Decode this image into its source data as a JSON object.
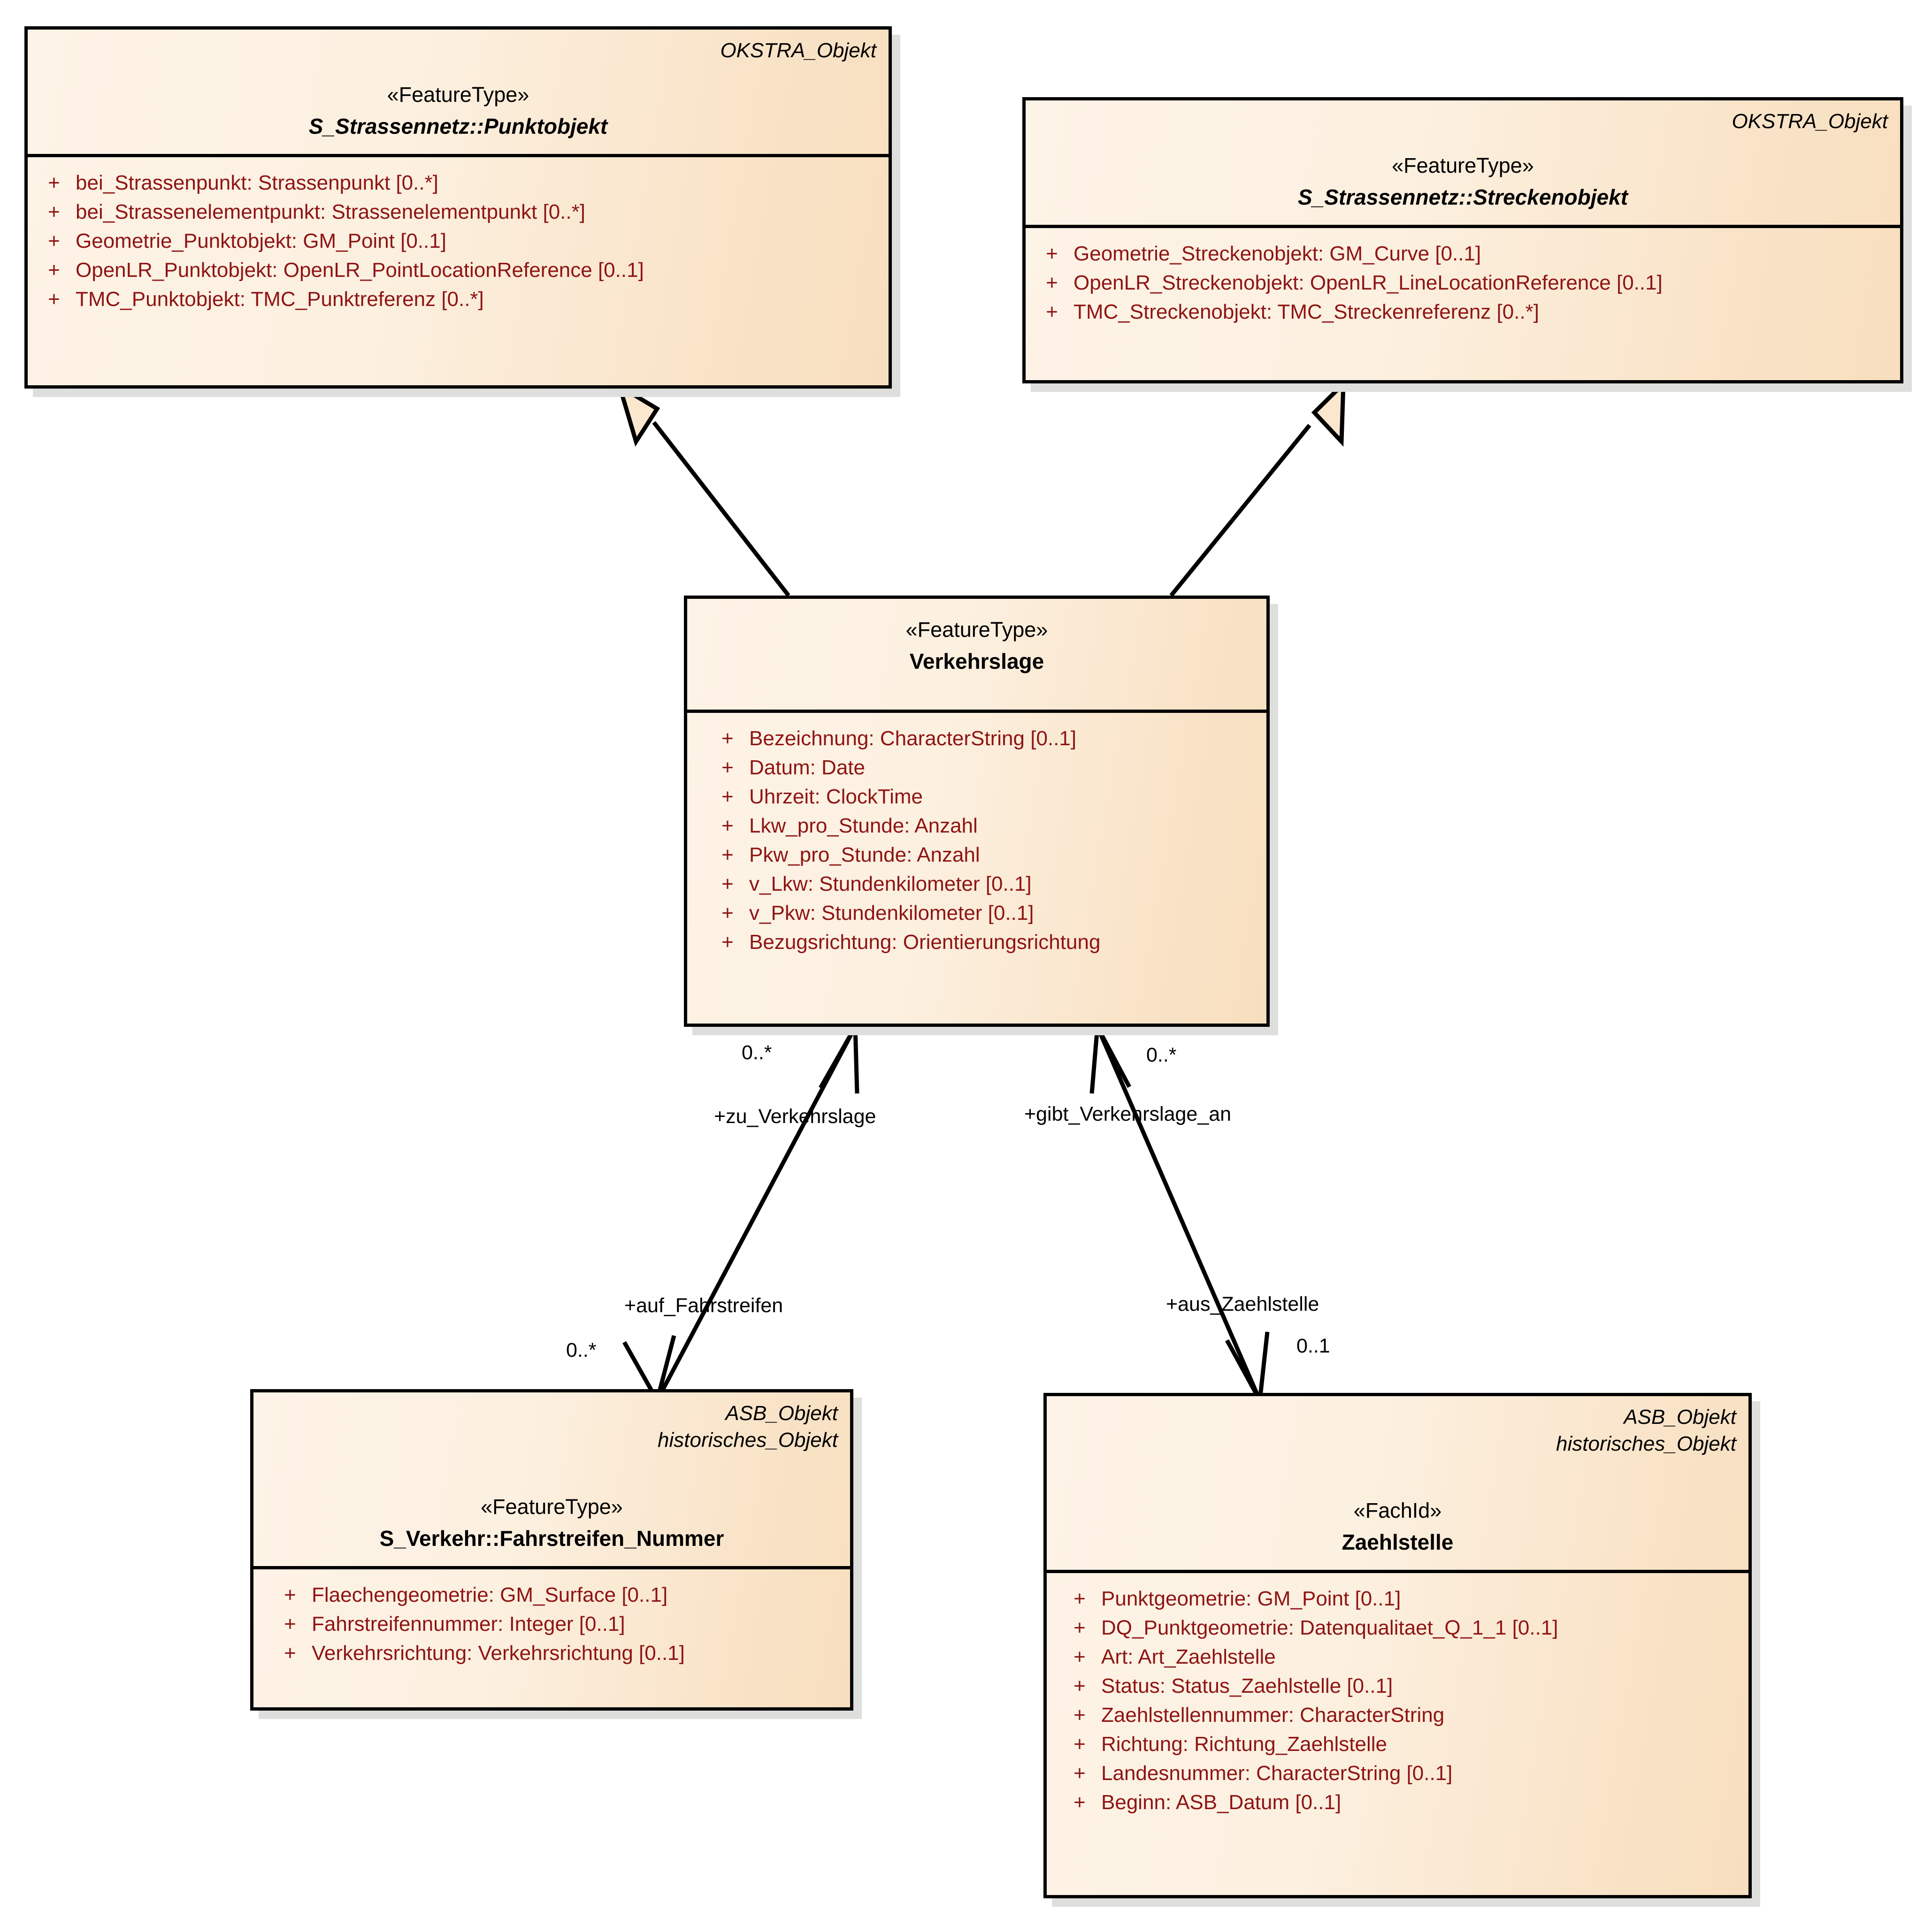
{
  "diagram": {
    "title": "Verkehrslage UML Klassendiagramm",
    "colors": {
      "box_fill_light": "#FDF3E6",
      "box_fill_dark": "#F7DEBE",
      "border": "#000000",
      "attribute_text": "#8E1414",
      "shadow": "#dededd",
      "background": "#ffffff"
    }
  },
  "classes": {
    "punktobjekt": {
      "taglines": [
        "OKSTRA_Objekt"
      ],
      "stereotype": "«FeatureType»",
      "name": "S_Strassennetz::Punktobjekt",
      "attributes": [
        {
          "visibility": "+",
          "text": "bei_Strassenpunkt: Strassenpunkt [0..*]"
        },
        {
          "visibility": "+",
          "text": "bei_Strassenelementpunkt: Strassenelementpunkt [0..*]"
        },
        {
          "visibility": "+",
          "text": "Geometrie_Punktobjekt: GM_Point [0..1]"
        },
        {
          "visibility": "+",
          "text": "OpenLR_Punktobjekt: OpenLR_PointLocationReference [0..1]"
        },
        {
          "visibility": "+",
          "text": "TMC_Punktobjekt: TMC_Punktreferenz [0..*]"
        }
      ]
    },
    "streckenobjekt": {
      "taglines": [
        "OKSTRA_Objekt"
      ],
      "stereotype": "«FeatureType»",
      "name": "S_Strassennetz::Streckenobjekt",
      "attributes": [
        {
          "visibility": "+",
          "text": "Geometrie_Streckenobjekt: GM_Curve [0..1]"
        },
        {
          "visibility": "+",
          "text": "OpenLR_Streckenobjekt: OpenLR_LineLocationReference [0..1]"
        },
        {
          "visibility": "+",
          "text": "TMC_Streckenobjekt: TMC_Streckenreferenz [0..*]"
        }
      ]
    },
    "verkehrslage": {
      "taglines": [],
      "stereotype": "«FeatureType»",
      "name": "Verkehrslage",
      "attributes": [
        {
          "visibility": "+",
          "text": "Bezeichnung: CharacterString [0..1]"
        },
        {
          "visibility": "+",
          "text": "Datum: Date"
        },
        {
          "visibility": "+",
          "text": "Uhrzeit: ClockTime"
        },
        {
          "visibility": "+",
          "text": "Lkw_pro_Stunde: Anzahl"
        },
        {
          "visibility": "+",
          "text": "Pkw_pro_Stunde: Anzahl"
        },
        {
          "visibility": "+",
          "text": "v_Lkw: Stundenkilometer [0..1]"
        },
        {
          "visibility": "+",
          "text": "v_Pkw: Stundenkilometer [0..1]"
        },
        {
          "visibility": "+",
          "text": "Bezugsrichtung: Orientierungsrichtung"
        }
      ]
    },
    "fahrstreifen_nummer": {
      "taglines": [
        "ASB_Objekt",
        "historisches_Objekt"
      ],
      "stereotype": "«FeatureType»",
      "name": "S_Verkehr::Fahrstreifen_Nummer",
      "attributes": [
        {
          "visibility": "+",
          "text": "Flaechengeometrie: GM_Surface [0..1]"
        },
        {
          "visibility": "+",
          "text": "Fahrstreifennummer: Integer [0..1]"
        },
        {
          "visibility": "+",
          "text": "Verkehrsrichtung: Verkehrsrichtung [0..1]"
        }
      ]
    },
    "zaehlstelle": {
      "taglines": [
        "ASB_Objekt",
        "historisches_Objekt"
      ],
      "stereotype": "«FachId»",
      "name": "Zaehlstelle",
      "attributes": [
        {
          "visibility": "+",
          "text": "Punktgeometrie: GM_Point [0..1]"
        },
        {
          "visibility": "+",
          "text": "DQ_Punktgeometrie: Datenqualitaet_Q_1_1 [0..1]"
        },
        {
          "visibility": "+",
          "text": "Art: Art_Zaehlstelle"
        },
        {
          "visibility": "+",
          "text": "Status: Status_Zaehlstelle [0..1]"
        },
        {
          "visibility": "+",
          "text": "Zaehlstellennummer: CharacterString"
        },
        {
          "visibility": "+",
          "text": "Richtung: Richtung_Zaehlstelle"
        },
        {
          "visibility": "+",
          "text": "Landesnummer: CharacterString [0..1]"
        },
        {
          "visibility": "+",
          "text": "Beginn: ASB_Datum [0..1]"
        }
      ]
    }
  },
  "relationships": {
    "generalizations": [
      {
        "from": "verkehrslage",
        "to": "punktobjekt",
        "kind": "generalization"
      },
      {
        "from": "verkehrslage",
        "to": "streckenobjekt",
        "kind": "generalization"
      }
    ],
    "associations": [
      {
        "kind": "association",
        "source_role": "+zu_Verkehrslage",
        "source_multiplicity": "0..*",
        "target_role": "+auf_Fahrstreifen",
        "target_multiplicity": "0..*",
        "from": "verkehrslage",
        "to": "fahrstreifen_nummer"
      },
      {
        "kind": "association",
        "source_role": "+gibt_Verkehrslage_an",
        "source_multiplicity": "0..*",
        "target_role": "+aus_Zaehlstelle",
        "target_multiplicity": "0..1",
        "from": "verkehrslage",
        "to": "zaehlstelle"
      }
    ]
  },
  "edge_labels": {
    "mult_zu_verkehrslage": "0..*",
    "role_zu_verkehrslage": "+zu_Verkehrslage",
    "mult_gibt_verkehrslage_an": "0..*",
    "role_gibt_verkehrslage_an": "+gibt_Verkehrslage_an",
    "role_auf_fahrstreifen": "+auf_Fahrstreifen",
    "mult_auf_fahrstreifen": "0..*",
    "role_aus_zaehlstelle": "+aus_Zaehlstelle",
    "mult_aus_zaehlstelle": "0..1"
  }
}
